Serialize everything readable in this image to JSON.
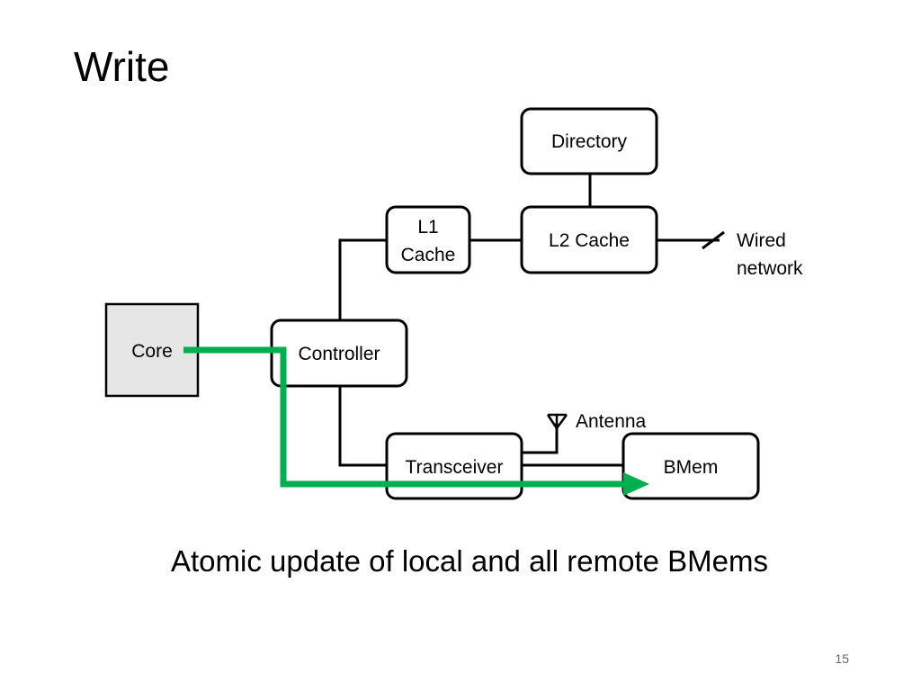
{
  "title": "Write",
  "caption": "Atomic update of local and all remote BMems",
  "slide_number": "15",
  "colors": {
    "path": "#00b050",
    "core_fill": "#e6e6e6",
    "line": "#000000"
  },
  "nodes": {
    "directory": "Directory",
    "l1_cache_line1": "L1",
    "l1_cache_line2": "Cache",
    "l2_cache": "L2 Cache",
    "wired_line1": "Wired",
    "wired_line2": "network",
    "core": "Core",
    "controller": "Controller",
    "antenna": "Antenna",
    "transceiver": "Transceiver",
    "bmem": "BMem"
  },
  "icons": {
    "antenna": "antenna-icon",
    "arrow": "write-path-arrow"
  }
}
